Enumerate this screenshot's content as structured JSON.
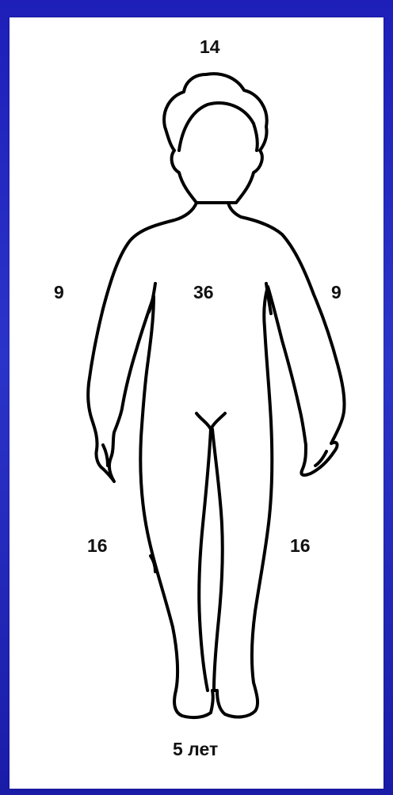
{
  "diagram": {
    "labels": {
      "head": "14",
      "arm_left": "9",
      "torso": "36",
      "arm_right": "9",
      "leg_left": "16",
      "leg_right": "16",
      "age": "5 лет"
    },
    "colors": {
      "background": "#1d1fb8",
      "panel": "#ffffff",
      "outline": "#000000",
      "text": "#111111"
    }
  }
}
